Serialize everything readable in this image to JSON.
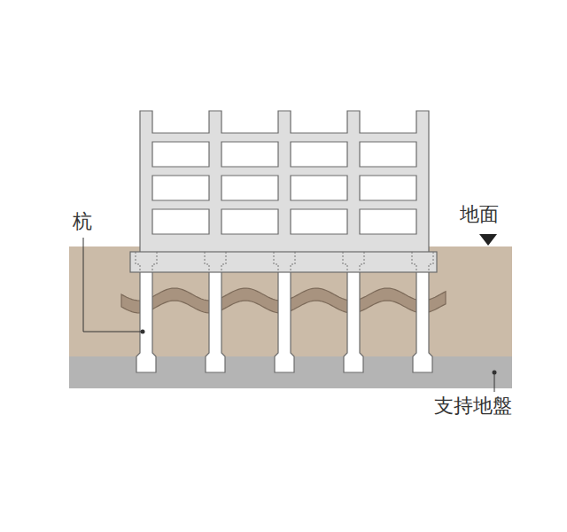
{
  "diagram": {
    "labels": [
      "杭",
      "地面",
      "支持地盤"
    ]
  }
}
